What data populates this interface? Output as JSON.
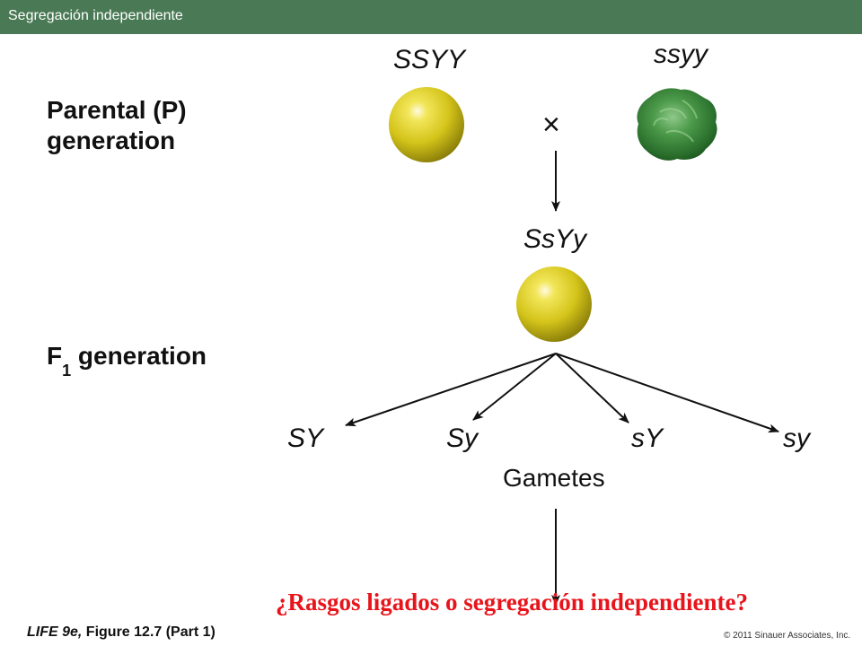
{
  "header": {
    "title": "Segregación independiente"
  },
  "parental": {
    "label_line1": "Parental (P)",
    "label_line2": "generation",
    "genotype_left": "SSYY",
    "genotype_right": "ssyy",
    "cross_symbol": "×"
  },
  "f1": {
    "label_main": "F",
    "label_sub": "1",
    "label_rest": " generation",
    "genotype": "SsYy"
  },
  "gametes": {
    "items": [
      "SY",
      "Sy",
      "sY",
      "sy"
    ],
    "label": "Gametes"
  },
  "question": "¿Rasgos ligados o segregación independiente?",
  "citation": {
    "italic_part": "LIFE 9e,",
    "rest": " Figure 12.7 (Part 1)"
  },
  "copyright": "© 2011 Sinauer Associates, Inc.",
  "colors": {
    "header_bg": "#4a7a55",
    "yellow_pea": "#d9c81a",
    "green_pea": "#2e7a2e",
    "question_text": "#e8141b"
  }
}
